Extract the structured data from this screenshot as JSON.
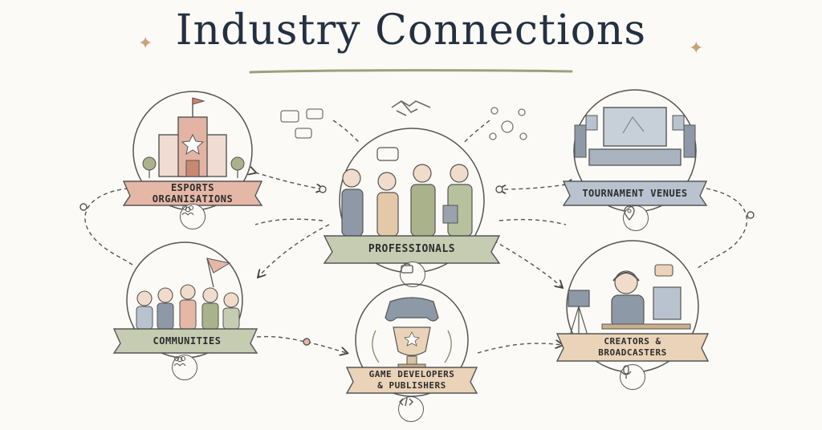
{
  "title": "Industry Connections",
  "nodes": {
    "esports": {
      "label": "ESPORTS ORGANISATIONS",
      "icon": "group-icon"
    },
    "venues": {
      "label": "TOURNAMENT VENUES",
      "icon": "location-pin-icon"
    },
    "professionals": {
      "label": "PROFESSIONALS",
      "icon": "briefcase-icon"
    },
    "communities": {
      "label": "COMMUNITIES",
      "icon": "people-icon"
    },
    "developers": {
      "label_line1": "GAME DEVELOPERS",
      "label_line2": "& PUBLISHERS",
      "icon": "code-icon"
    },
    "creators": {
      "label_line1": "CREATORS &",
      "label_line2": "BROADCASTERS",
      "icon": "microphone-icon"
    }
  },
  "colors": {
    "ink": "#243042",
    "ribbon_red": "#e5b7a6",
    "ribbon_blue": "#b9c3cf",
    "ribbon_green": "#c6ccb2",
    "ribbon_sand": "#ead3b8",
    "accent": "#c9a27a"
  }
}
